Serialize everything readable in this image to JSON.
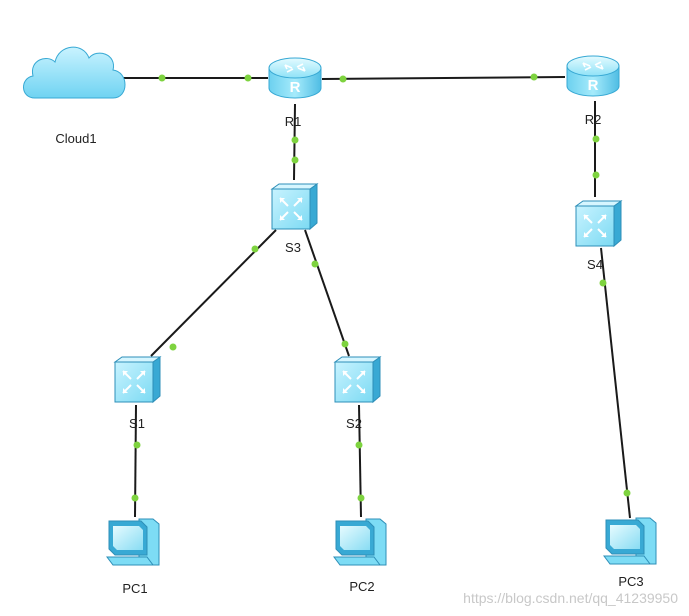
{
  "diagram": {
    "nodes": [
      {
        "id": "cloud1",
        "type": "cloud",
        "label": "Cloud1"
      },
      {
        "id": "r1",
        "type": "router",
        "label": "R1"
      },
      {
        "id": "r2",
        "type": "router",
        "label": "R2"
      },
      {
        "id": "s3",
        "type": "switch",
        "label": "S3"
      },
      {
        "id": "s4",
        "type": "switch",
        "label": "S4"
      },
      {
        "id": "s1",
        "type": "switch",
        "label": "S1"
      },
      {
        "id": "s2",
        "type": "switch",
        "label": "S2"
      },
      {
        "id": "pc1",
        "type": "pc",
        "label": "PC1"
      },
      {
        "id": "pc2",
        "type": "pc",
        "label": "PC2"
      },
      {
        "id": "pc3",
        "type": "pc",
        "label": "PC3"
      }
    ],
    "links": [
      {
        "from": "cloud1",
        "to": "r1"
      },
      {
        "from": "r1",
        "to": "r2"
      },
      {
        "from": "r1",
        "to": "s3"
      },
      {
        "from": "r2",
        "to": "s4"
      },
      {
        "from": "s3",
        "to": "s1"
      },
      {
        "from": "s3",
        "to": "s2"
      },
      {
        "from": "s4",
        "to": "pc3"
      },
      {
        "from": "s1",
        "to": "pc1"
      },
      {
        "from": "s2",
        "to": "pc2"
      }
    ],
    "colors": {
      "link": "#1a1a1a",
      "port_dot": "#7ed33f",
      "device_light": "#d6f6ff",
      "device_main": "#7ddcf5",
      "device_dark": "#38a9d4"
    },
    "watermark": "https://blog.csdn.net/qq_41239950"
  }
}
